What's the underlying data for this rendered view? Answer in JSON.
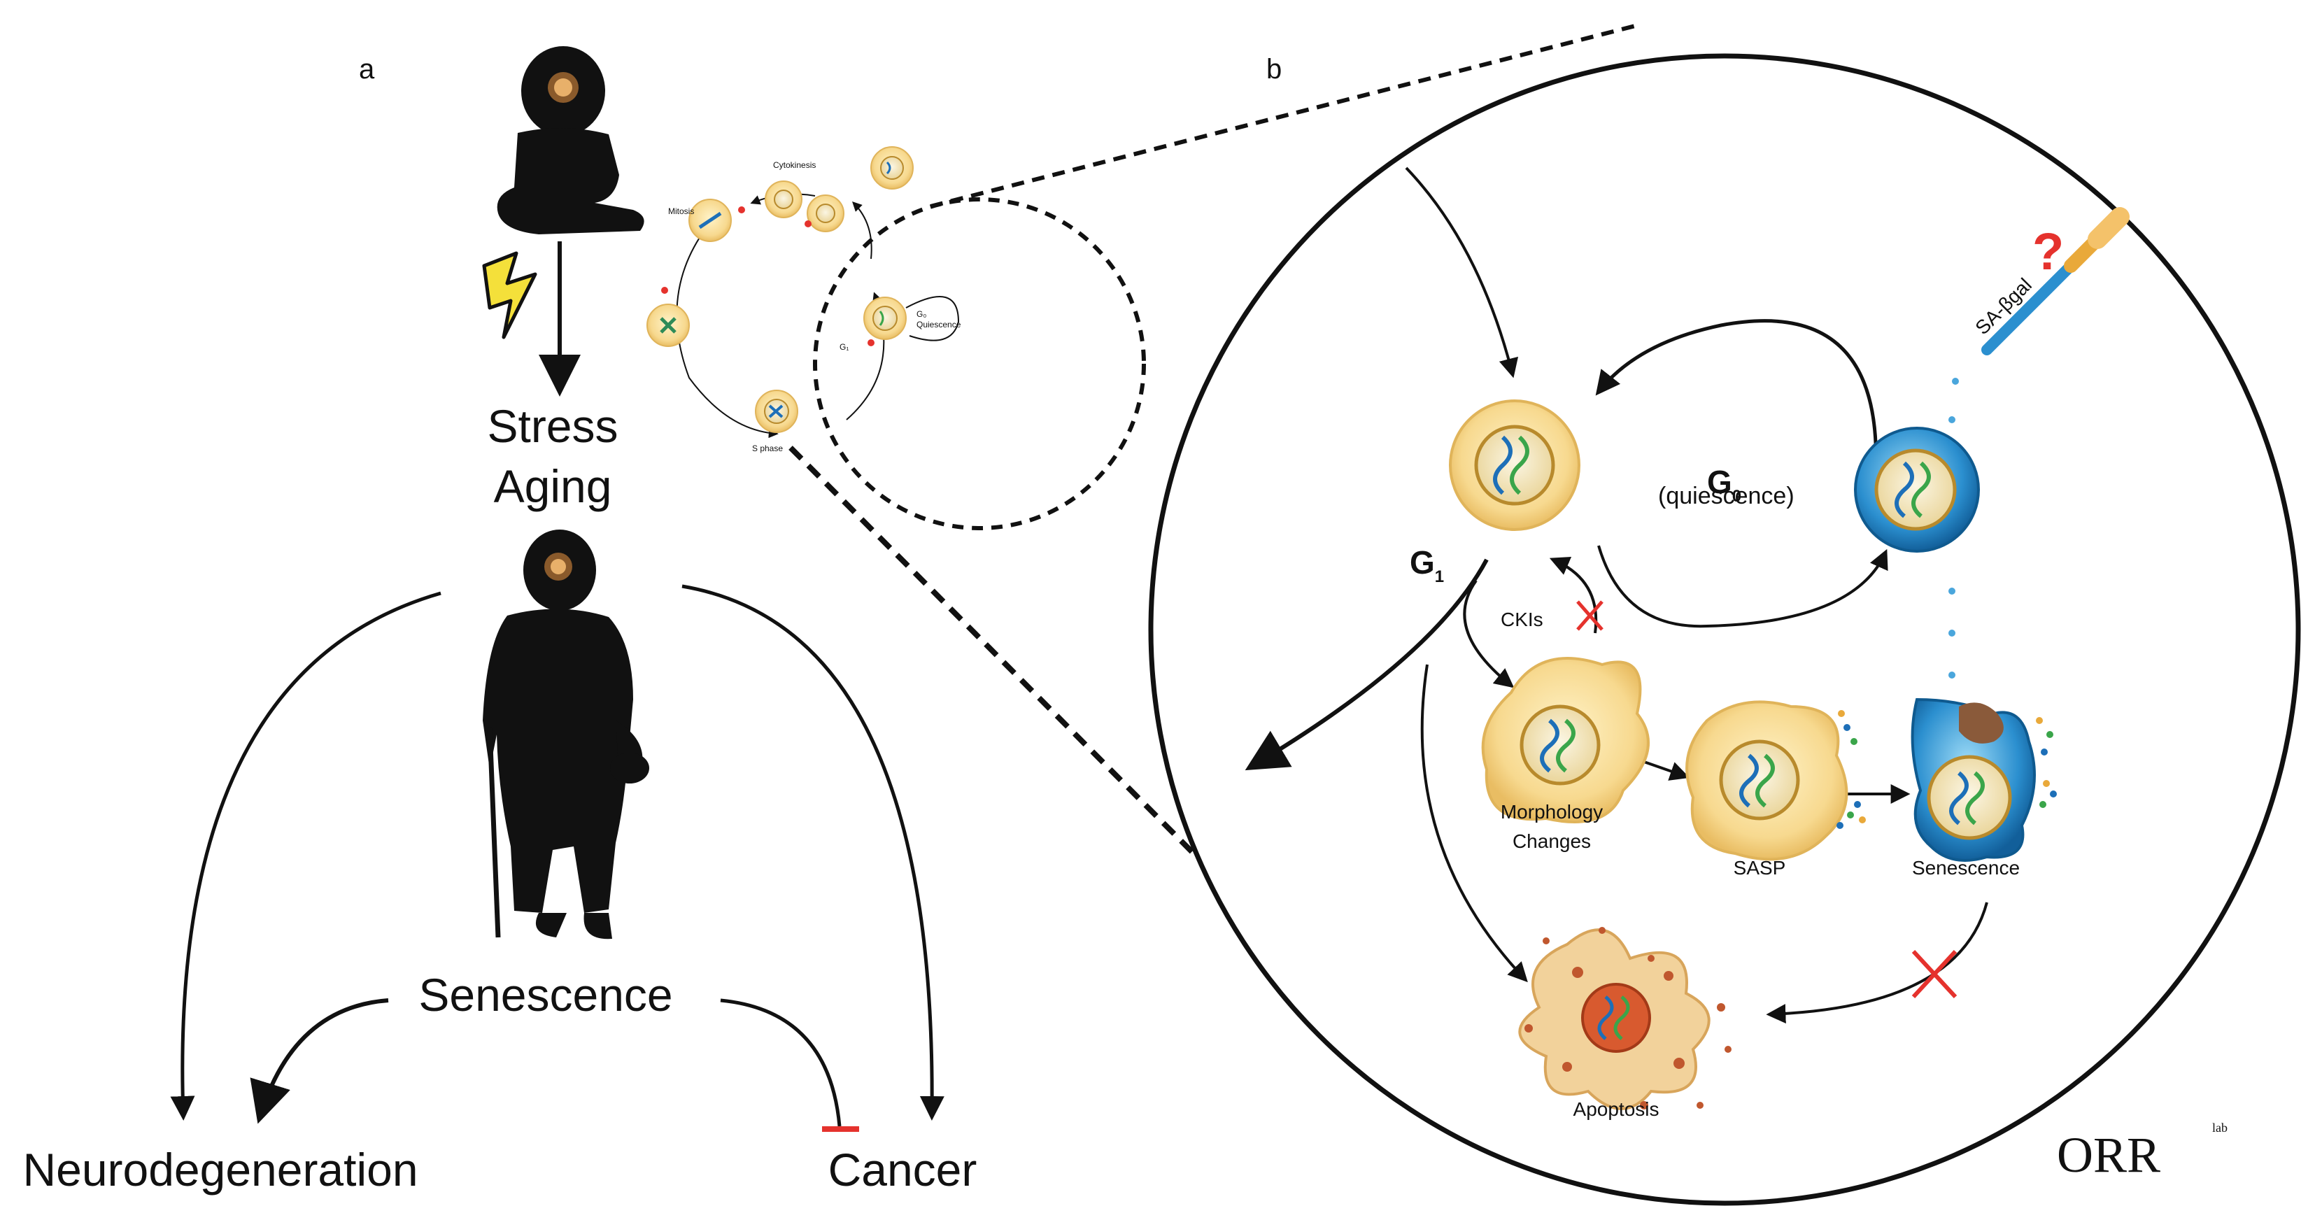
{
  "panel_a": {
    "letter": "a",
    "stress": "Stress",
    "aging": "Aging",
    "senescence": "Senescence",
    "neurodegeneration": "Neurodegeneration",
    "cancer": "Cancer",
    "cycle_labels": {
      "mitosis": "Mitosis",
      "cytokinesis": "Cytokinesis",
      "g0": "G₀",
      "quiescence": "Quiescence",
      "g1": "G₁",
      "s_phase": "S phase"
    }
  },
  "panel_b": {
    "letter": "b",
    "g1_main": "G",
    "g1_sub": "1",
    "g0_main": "G",
    "g0_sub": "0",
    "quiescence": "(quiescence)",
    "ckis": "CKIs",
    "sa_bgal": "SA-βgal",
    "question": "?",
    "morphology_line1": "Morphology",
    "morphology_line2": "Changes",
    "sasp": "SASP",
    "senescence": "Senescence",
    "apoptosis": "Apoptosis"
  },
  "logo": {
    "text": "ORR",
    "sup": "lab"
  },
  "colors": {
    "cell_fill": "#f7d98f",
    "cell_edge": "#e0b45a",
    "nucleus_fill": "#f4e9c8",
    "nucleus_edge": "#b88a2c",
    "dna_blue": "#1d6fb8",
    "dna_green": "#3aa54a",
    "senescent_blue": "#2b8fcf",
    "inhibit_red": "#e5322d",
    "bolt_yellow": "#f4e03a",
    "ink": "#111111"
  }
}
